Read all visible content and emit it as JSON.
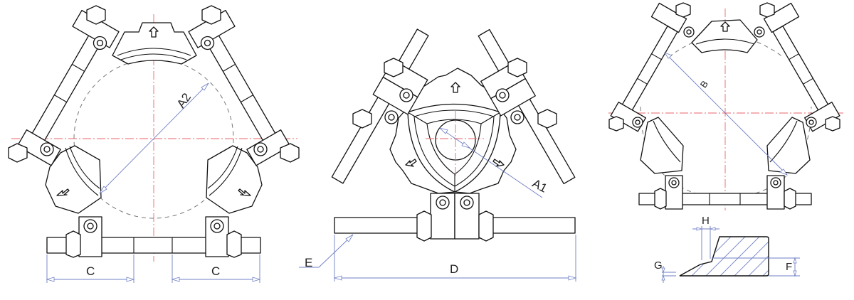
{
  "figure": {
    "description": "Technical drawing of an adjustable three-jaw pipe clamping/beveling fixture shown in three configurations plus a bevel profile detail",
    "views": [
      {
        "id": "view-large-pipe",
        "dimension_labels": [
          "A2",
          "C",
          "C"
        ]
      },
      {
        "id": "view-small-pipe",
        "dimension_labels": [
          "A1",
          "E",
          "D"
        ]
      },
      {
        "id": "view-max-opening",
        "dimension_labels": [
          "B"
        ]
      },
      {
        "id": "bevel-profile-detail",
        "dimension_labels": [
          "H",
          "G",
          "F"
        ]
      }
    ]
  },
  "labels": {
    "a2": "A2",
    "c_left": "C",
    "c_right": "C",
    "a1": "A1",
    "e": "E",
    "d": "D",
    "b": "B",
    "h": "H",
    "g": "G",
    "f": "F"
  },
  "colors": {
    "outline": "#111111",
    "centerline": "#e8666a",
    "dimension": "#6f7fc4",
    "hidden": "#777777",
    "background": "#ffffff"
  }
}
